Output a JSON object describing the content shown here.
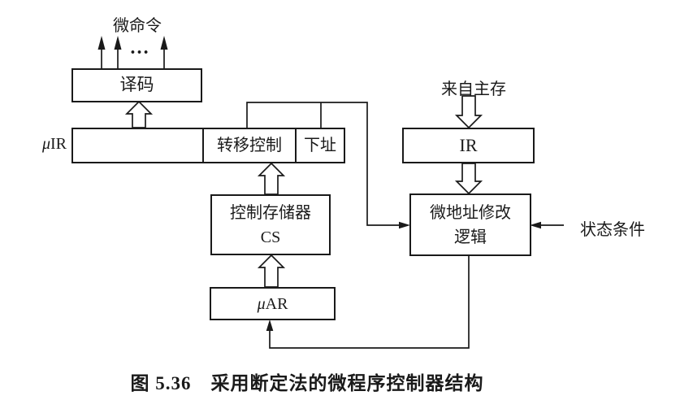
{
  "colors": {
    "stroke": "#1a1a1a",
    "background": "#ffffff"
  },
  "top": {
    "micro_commands_label": "微命令",
    "ellipsis": "…"
  },
  "boxes": {
    "decoder": {
      "label": "译码"
    },
    "uir": {
      "register_prefix": "μ",
      "register_name": "IR",
      "transfer_control_field": "转移控制",
      "next_address_field": "下址"
    },
    "ir": {
      "label": "IR"
    },
    "control_store": {
      "line1": "控制存储器",
      "line2": "CS"
    },
    "micro_addr_logic": {
      "line1": "微地址修改",
      "line2": "逻辑"
    },
    "uar": {
      "register_prefix": "μ",
      "register_name": "AR"
    }
  },
  "labels": {
    "from_main_memory": "来自主存",
    "status_condition": "状态条件"
  },
  "caption": "图 5.36　采用断定法的微程序控制器结构"
}
